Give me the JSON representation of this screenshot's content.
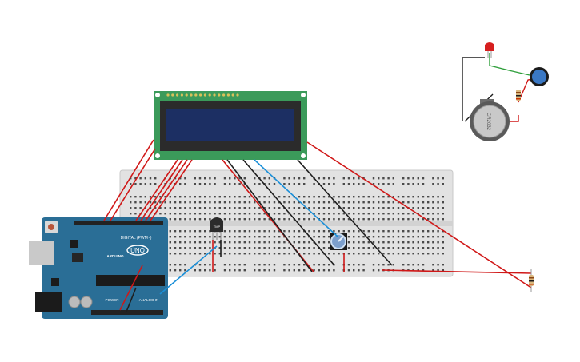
{
  "arduino": {
    "brand": "ARDUINO",
    "model": "UNO",
    "digital_label": "DIGITAL (PWM~)",
    "power_label": "POWER",
    "analog_label": "ANALOG IN",
    "colors": {
      "board": "#2a6e96",
      "header": "#222222",
      "usb": "#c9c9c9",
      "jack": "#1b1b1b"
    }
  },
  "lcd": {
    "colors": {
      "pcb": "#3b9a5a",
      "bezel": "#2b2b2b",
      "screen": "#1c2f63"
    }
  },
  "sensor": {
    "label": "TMP",
    "color": "#2b2b2b"
  },
  "potentiometer": {
    "color": "#7c9fcc"
  },
  "battery": {
    "label": "CR2032"
  },
  "led": {
    "color": "#d61f1f"
  },
  "wires": {
    "colors": {
      "red": "#d01818",
      "black": "#1e1e1e",
      "blue": "#1a8fd8",
      "green": "#2e9e3a"
    }
  }
}
